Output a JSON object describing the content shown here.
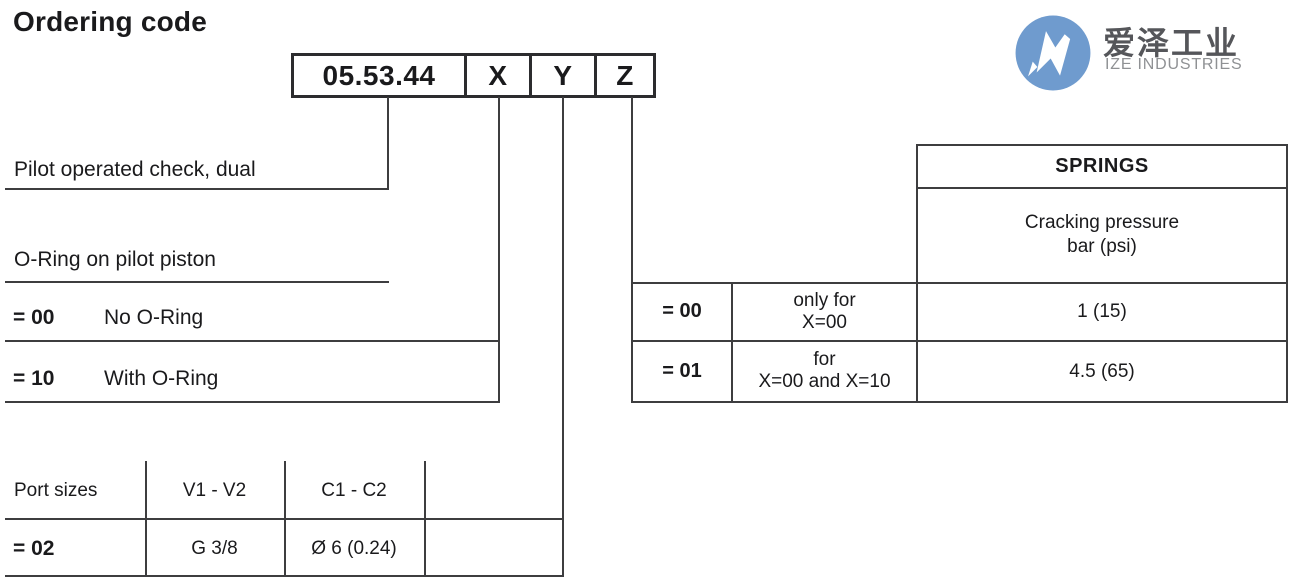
{
  "title": "Ordering code",
  "logo": {
    "name_cn": "爱泽工业",
    "name_en": "IZE INDUSTRIES",
    "circle_color": "#6f9bce",
    "cn_color": "#55565a",
    "en_color": "#8f9194"
  },
  "code_box": {
    "base": "05.53.44",
    "x": "X",
    "y": "Y",
    "z": "Z"
  },
  "pilot": {
    "label": "Pilot operated check, dual"
  },
  "oring": {
    "label": "O-Ring on pilot piston",
    "options": [
      {
        "code": "= 00",
        "label": "No O-Ring"
      },
      {
        "code": "= 10",
        "label": "With O-Ring"
      }
    ]
  },
  "port_table": {
    "headers": {
      "col1": "Port sizes",
      "col2": "V1 - V2",
      "col3": "C1 - C2",
      "col4": ""
    },
    "row": {
      "code": "= 02",
      "v": "G 3/8",
      "c": "Ø 6 (0.24)",
      "col4": ""
    }
  },
  "springs_table": {
    "title": "SPRINGS",
    "subtitle": "Cracking pressure\nbar (psi)",
    "rows": [
      {
        "code": "= 00",
        "condition": "only for\nX=00",
        "value": "1 (15)"
      },
      {
        "code": "= 01",
        "condition": "for\nX=00 and X=10",
        "value": "4.5 (65)"
      }
    ]
  },
  "colors": {
    "line": "#3d3d3f",
    "text": "#1a1a1c"
  }
}
